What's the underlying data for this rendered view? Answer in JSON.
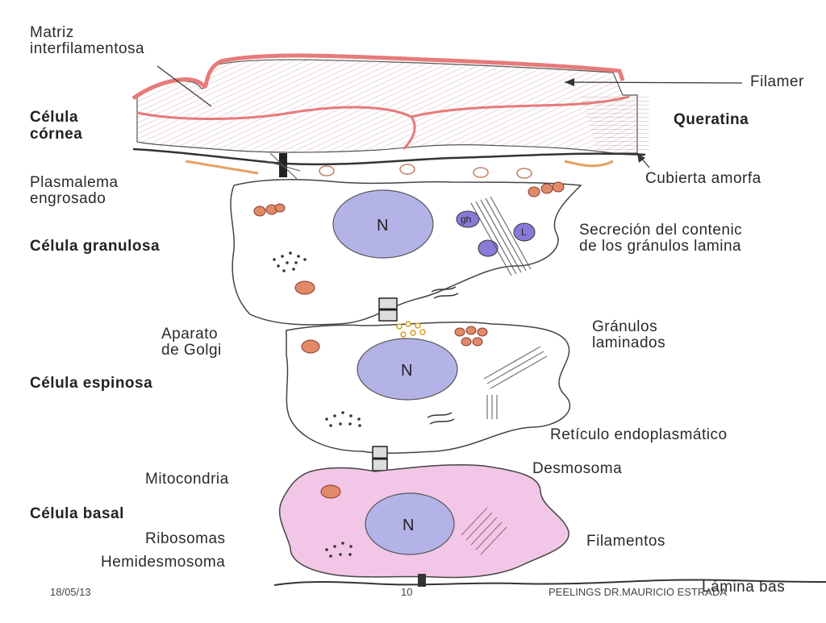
{
  "labels": {
    "matriz": "Matriz\ninterfilamentosa",
    "filamentos_top": "Filamer",
    "celula_cornea": "Célula\ncórnea",
    "queratina": "Queratina",
    "plasmalema": "Plasmalema\nengrosado",
    "cubierta": "Cubierta amorfa",
    "celula_granulosa": "Célula granulosa",
    "secrecion": "Secreción del contenic\nde los gránulos lamina",
    "aparato_golgi": "Aparato\nde Golgi",
    "granulos_laminados": "Gránulos\nlaminados",
    "celula_espinosa": "Célula espinosa",
    "reticulo": "Retículo endoplasmático",
    "mitocondria": "Mitocondria",
    "desmosoma": "Desmosoma",
    "celula_basal": "Célula basal",
    "ribosomas": "Ribosomas",
    "filamentos": "Filamentos",
    "hemidesmosoma": "Hemidesmosoma",
    "lamina_basal": "Lámina bas",
    "nucleus": "N",
    "granule_gh": "gh",
    "granule_l": "L"
  },
  "footer": {
    "date": "18/05/13",
    "page": "10",
    "author": "PEELINGS DR.MAURICIO ESTRADA"
  },
  "colors": {
    "nucleus": "#b3b3e8",
    "basal_cell": "#f2c6e6",
    "cornea_edge": "#e87a7a",
    "mitochondria": "#e08a6a"
  }
}
